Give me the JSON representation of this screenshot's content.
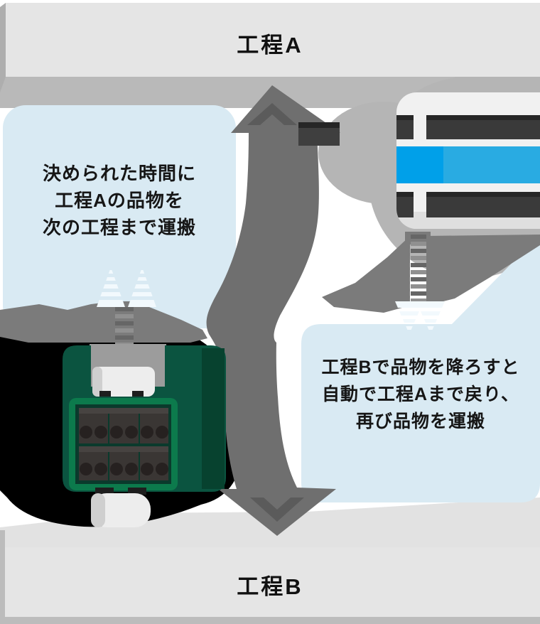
{
  "stations": {
    "top": {
      "label": "工程A"
    },
    "bottom": {
      "label": "工程B"
    }
  },
  "bubbles": {
    "left": {
      "lines": [
        "決められた時間に",
        "工程Aの品物を",
        "次の工程まで運搬"
      ]
    },
    "right": {
      "lines": [
        "工程Bで品物を降ろすと",
        "自動で工程Aまで戻り、",
        "再び品物を運搬"
      ]
    }
  },
  "icons": [
    "double-arrow-icon",
    "agv-cart-icon",
    "agv-tractor-icon",
    "crate-grid-icon",
    "signal-chevrons-icon",
    "shadow-wing-icon"
  ],
  "colors": {
    "wall": "#e5e5e5",
    "wall_edge": "#aeaeae",
    "wall_strip": "#bcbcbc",
    "band": "#b9b9b9",
    "backdrop": "#b5b5b5",
    "floor": "#e2e2e2",
    "bubble": "#d9eaf3",
    "arrow": "#6f6f6f",
    "arrow_shade": "#5b5b5b",
    "shadow_black": "#000000",
    "wing": "#7b7b7b",
    "chain_light": "#909090",
    "chain_dark": "#666666",
    "chevron": "#f2f9fd",
    "agv_body": "#f1f1f1",
    "agv_body_shade": "#dfdfdf",
    "agv_stripe": "#3a3a3a",
    "agv_stripe_top": "#262626",
    "agv_blue_dark": "#00a0e9",
    "agv_blue_light": "#29abe2",
    "dark_block": "#3f3f3f",
    "green_body": "#0b5440",
    "green_side": "#07422f",
    "green_frame": "#0c7a4c",
    "green_inner": "#0a3a2c",
    "crate": "#3a3634",
    "crate_top": "#474341",
    "crate_dot": "#262120",
    "cab_white": "#ededed",
    "cab_shade": "#cfcfcf",
    "coupler": "#1e1e1e",
    "notch_gray": "#9c9c9c",
    "text": "#111111"
  }
}
